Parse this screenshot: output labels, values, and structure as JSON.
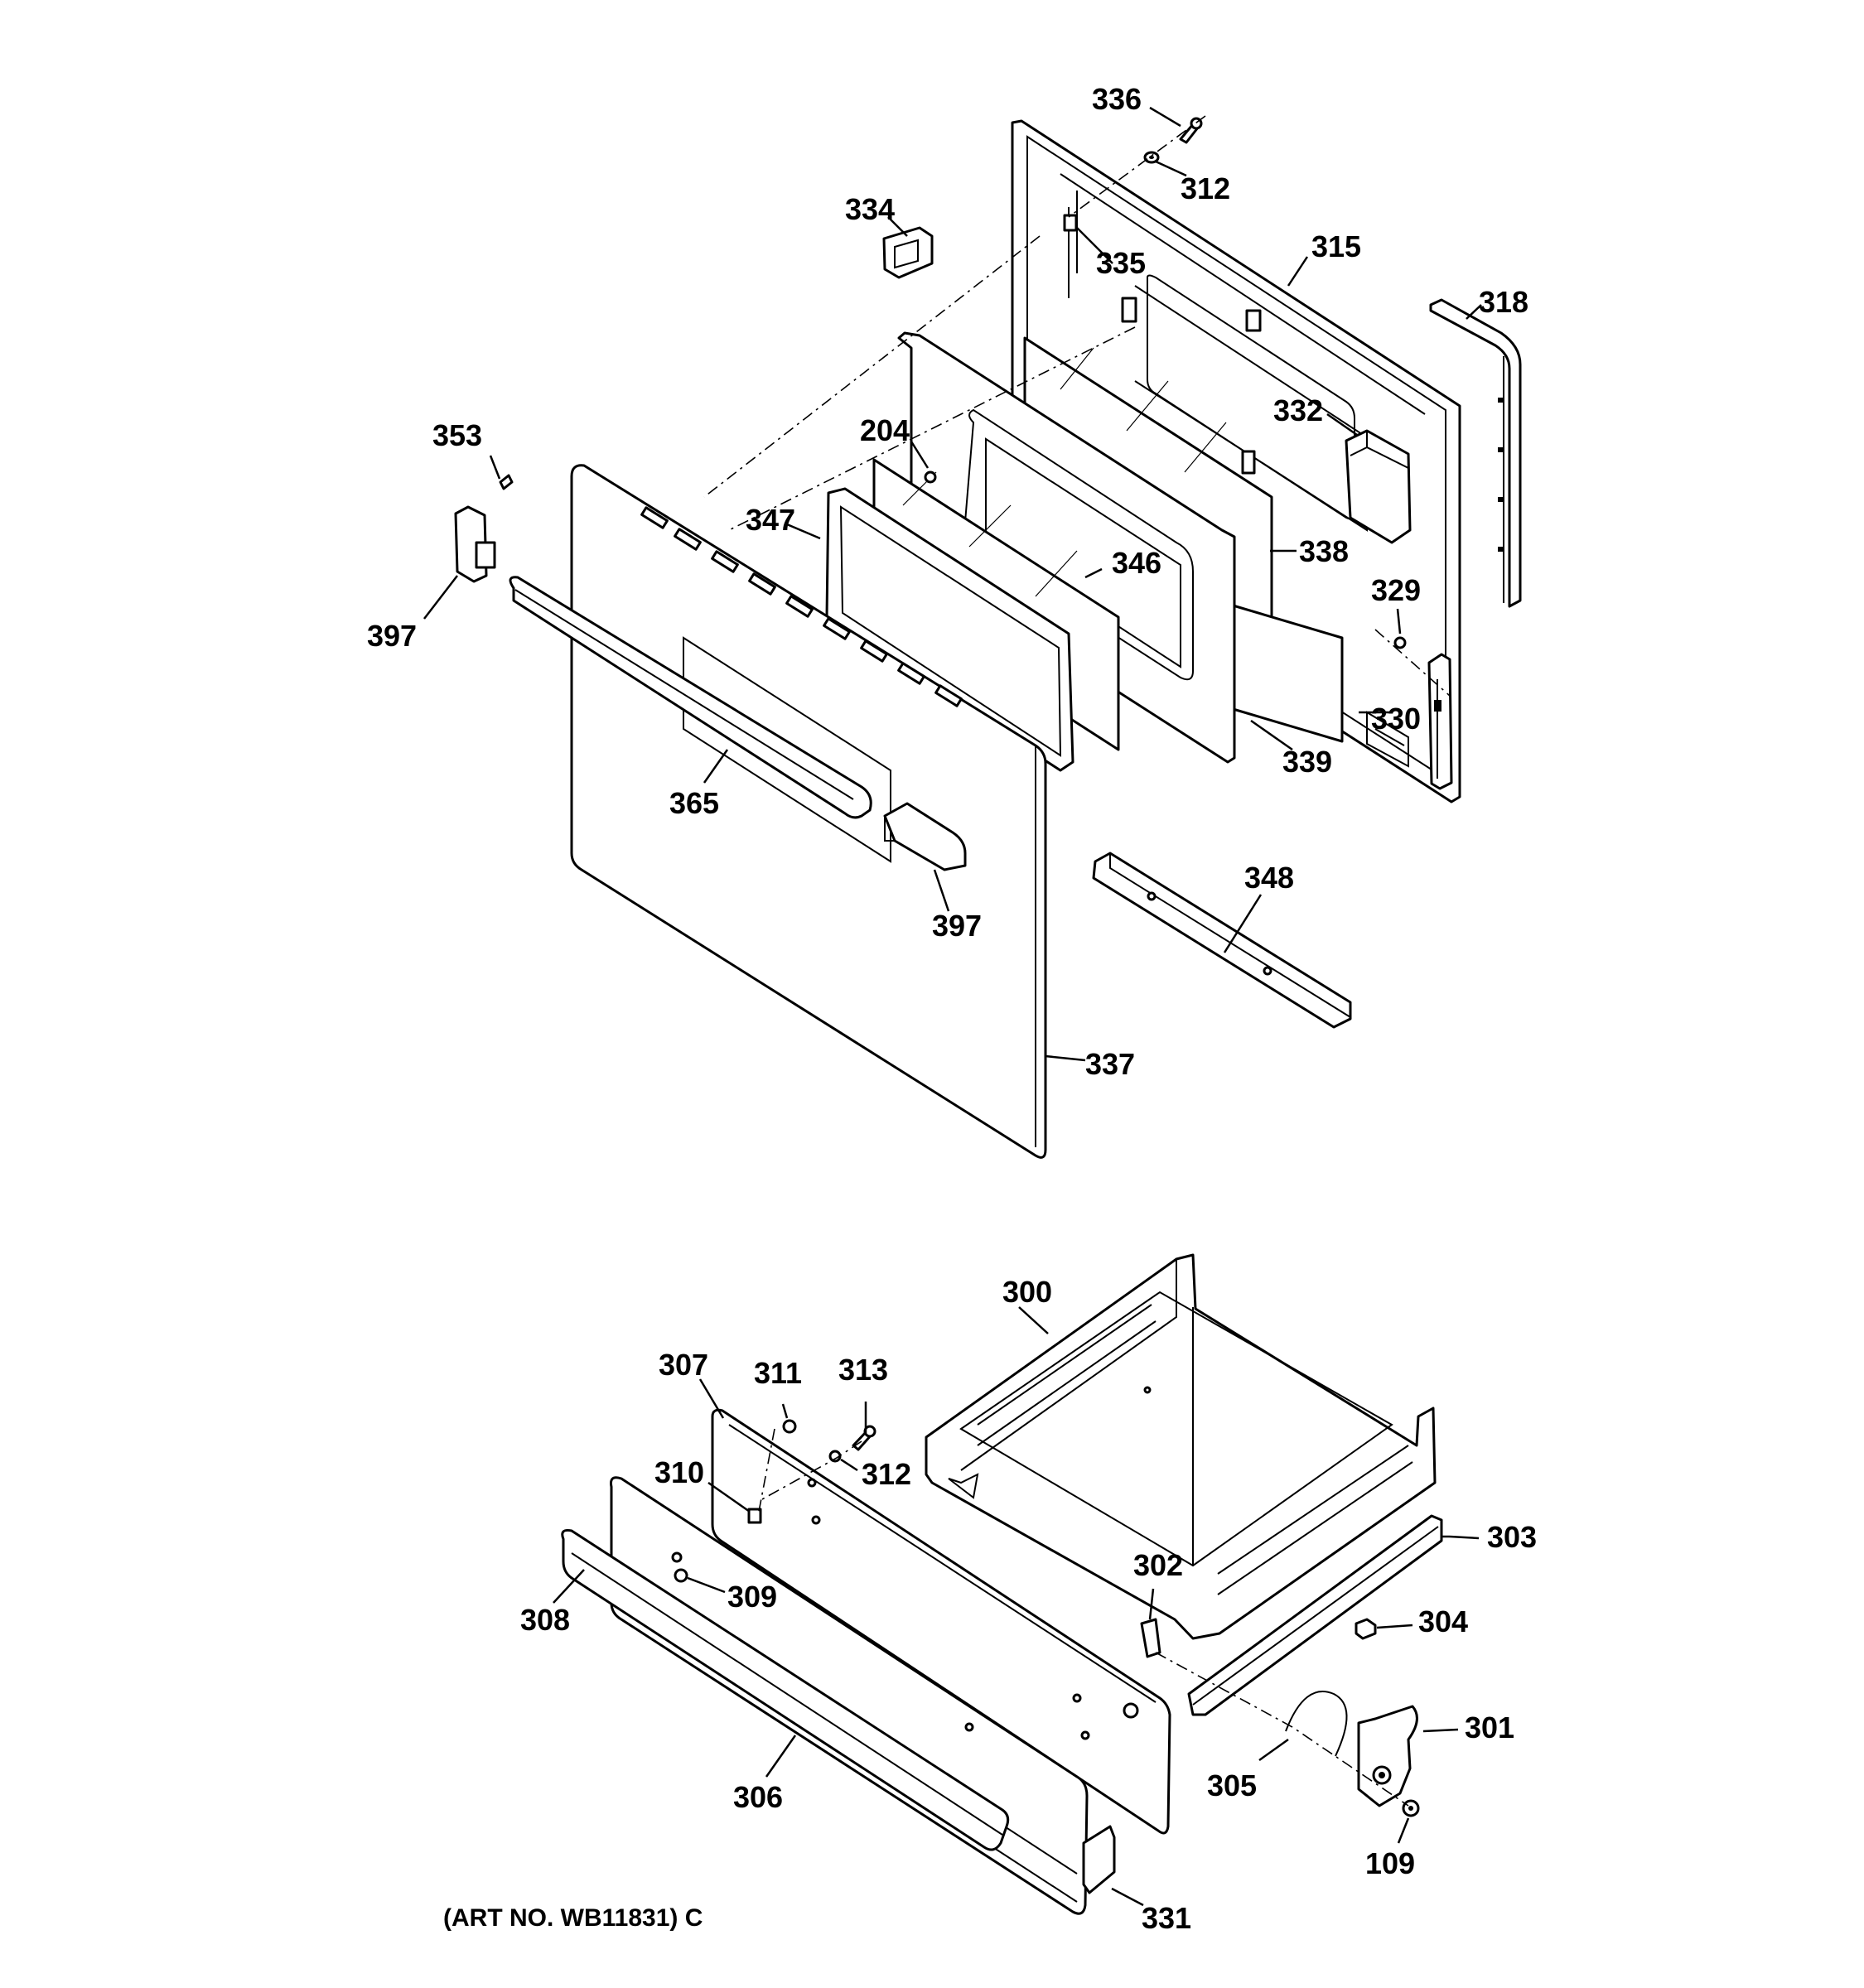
{
  "figure": {
    "art_number": "(ART NO. WB11831) C"
  },
  "callouts": {
    "c336": "336",
    "c312a": "312",
    "c334": "334",
    "c335": "335",
    "c315": "315",
    "c318": "318",
    "c332": "332",
    "c204": "204",
    "c353": "353",
    "c347": "347",
    "c346": "346",
    "c338": "338",
    "c329": "329",
    "c397a": "397",
    "c330": "330",
    "c339": "339",
    "c365": "365",
    "c348": "348",
    "c397b": "397",
    "c337": "337",
    "c300": "300",
    "c307": "307",
    "c311": "311",
    "c313": "313",
    "c312b": "312",
    "c310": "310",
    "c303": "303",
    "c302": "302",
    "c309": "309",
    "c308": "308",
    "c304": "304",
    "c301": "301",
    "c305": "305",
    "c306": "306",
    "c109": "109",
    "c331": "331"
  }
}
